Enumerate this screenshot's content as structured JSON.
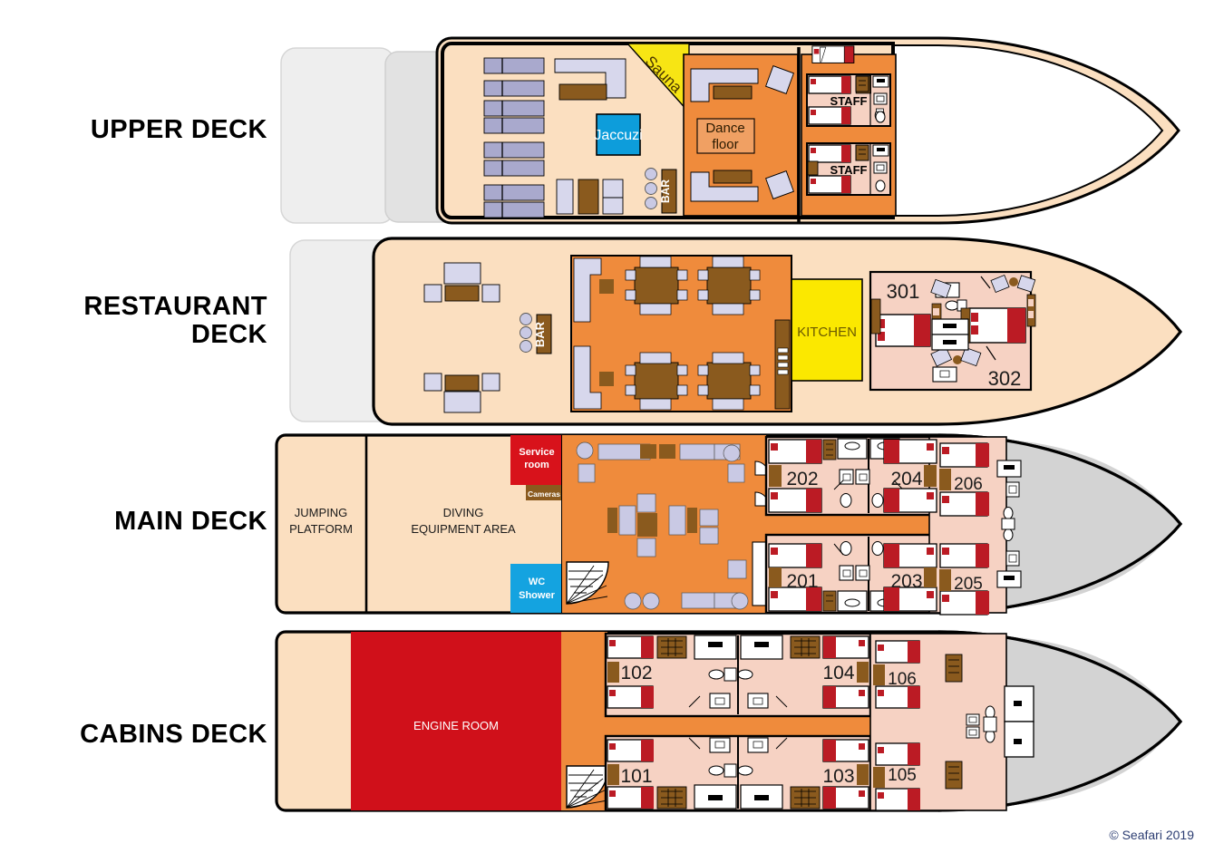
{
  "diagram": {
    "title": "Seafari Deck Plan",
    "copyright": "© Seafari 2019",
    "colors": {
      "hull_outline": "#000000",
      "deck_floor": "#fbdfc0",
      "cabin_floor": "#f6d2c3",
      "corridor_orange": "#ef8b3c",
      "lounge_orange": "#ef8b3c",
      "shadow_gray": "#d3d3d3",
      "platform_gray": "#ebebeb",
      "jaccuzi_blue": "#0d9ddb",
      "wc_blue": "#14a3e0",
      "sauna_yellow": "#f7e514",
      "kitchen_yellow": "#fbe800",
      "service_red": "#d8121b",
      "engine_red": "#d0101a",
      "wood_brown": "#8a5a1e",
      "dark_wood": "#7a4a12",
      "bed_red": "#bb1b24",
      "furniture_lilac": "#c9c9e4",
      "copyright_blue": "#2c3d72"
    }
  },
  "decks": [
    {
      "id": "upper",
      "label": "UPPER DECK",
      "rooms": [
        {
          "name": "Sauna",
          "label": "Sauna"
        },
        {
          "name": "Jaccuzi",
          "label": "Jaccuzi"
        },
        {
          "name": "Bar",
          "label": "BAR"
        },
        {
          "name": "Dance floor",
          "label": "Dance\nfloor"
        },
        {
          "name": "Staff cabin upper",
          "label": "STAFF"
        },
        {
          "name": "Staff cabin lower",
          "label": "STAFF"
        }
      ],
      "labels": {
        "sauna": "Sauna",
        "jaccuzi": "Jaccuzi",
        "bar": "BAR",
        "dance_floor_line1": "Dance",
        "dance_floor_line2": "floor",
        "staff_1": "STAFF",
        "staff_2": "STAFF"
      },
      "features": [
        "sun loungers",
        "lounge seating",
        "bar stools",
        "armchairs",
        "staff cabins with bunk beds and bathrooms"
      ]
    },
    {
      "id": "restaurant",
      "label": "RESTAURANT\nDECK",
      "label_line1": "RESTAURANT",
      "label_line2": "DECK",
      "rooms": [
        {
          "name": "Bar",
          "label": "BAR"
        },
        {
          "name": "Kitchen",
          "label": "KITCHEN"
        },
        {
          "name": "Cabin 301",
          "label": "301"
        },
        {
          "name": "Cabin 302",
          "label": "302"
        }
      ],
      "labels": {
        "bar": "BAR",
        "kitchen": "KITCHEN",
        "cabin_301": "301",
        "cabin_302": "302"
      },
      "features": [
        "outdoor tables and chairs",
        "bar with 3 stools",
        "indoor restaurant with 4 dining tables",
        "kitchen",
        "2 suites"
      ]
    },
    {
      "id": "main",
      "label": "MAIN DECK",
      "rooms": [
        {
          "name": "Jumping platform",
          "label": "JUMPING\nPLATFORM"
        },
        {
          "name": "Diving equipment area",
          "label": "DIVING\nEQUIPMENT AREA"
        },
        {
          "name": "Service room",
          "label": "Service\nroom"
        },
        {
          "name": "Cameras",
          "label": "Cameras"
        },
        {
          "name": "WC Shower",
          "label": "WC\nShower"
        },
        {
          "name": "Cabin 201",
          "label": "201"
        },
        {
          "name": "Cabin 202",
          "label": "202"
        },
        {
          "name": "Cabin 203",
          "label": "203"
        },
        {
          "name": "Cabin 204",
          "label": "204"
        },
        {
          "name": "Cabin 205",
          "label": "205"
        },
        {
          "name": "Cabin 206",
          "label": "206"
        }
      ],
      "labels": {
        "jumping_platform_line1": "JUMPING",
        "jumping_platform_line2": "PLATFORM",
        "diving_line1": "DIVING",
        "diving_line2": "EQUIPMENT AREA",
        "service_room_line1": "Service",
        "service_room_line2": "room",
        "cameras": "Cameras",
        "wc_line1": "WC",
        "wc_line2": "Shower",
        "cabin_201": "201",
        "cabin_202": "202",
        "cabin_203": "203",
        "cabin_204": "204",
        "cabin_205": "205",
        "cabin_206": "206"
      },
      "features": [
        "saloon with sofas and tables",
        "two spiral staircases",
        "6 twin cabins with ensuite bathrooms"
      ]
    },
    {
      "id": "cabins",
      "label": "CABINS DECK",
      "rooms": [
        {
          "name": "Engine room",
          "label": "ENGINE ROOM"
        },
        {
          "name": "Cabin 101",
          "label": "101"
        },
        {
          "name": "Cabin 102",
          "label": "102"
        },
        {
          "name": "Cabin 103",
          "label": "103"
        },
        {
          "name": "Cabin 104",
          "label": "104"
        },
        {
          "name": "Cabin 105",
          "label": "105"
        },
        {
          "name": "Cabin 106",
          "label": "106"
        }
      ],
      "labels": {
        "engine_room": "ENGINE ROOM",
        "cabin_101": "101",
        "cabin_102": "102",
        "cabin_103": "103",
        "cabin_104": "104",
        "cabin_105": "105",
        "cabin_106": "106"
      },
      "features": [
        "engine room",
        "spiral staircase",
        "6 twin cabins with ensuite bathrooms",
        "storage lockers at bow"
      ]
    }
  ]
}
